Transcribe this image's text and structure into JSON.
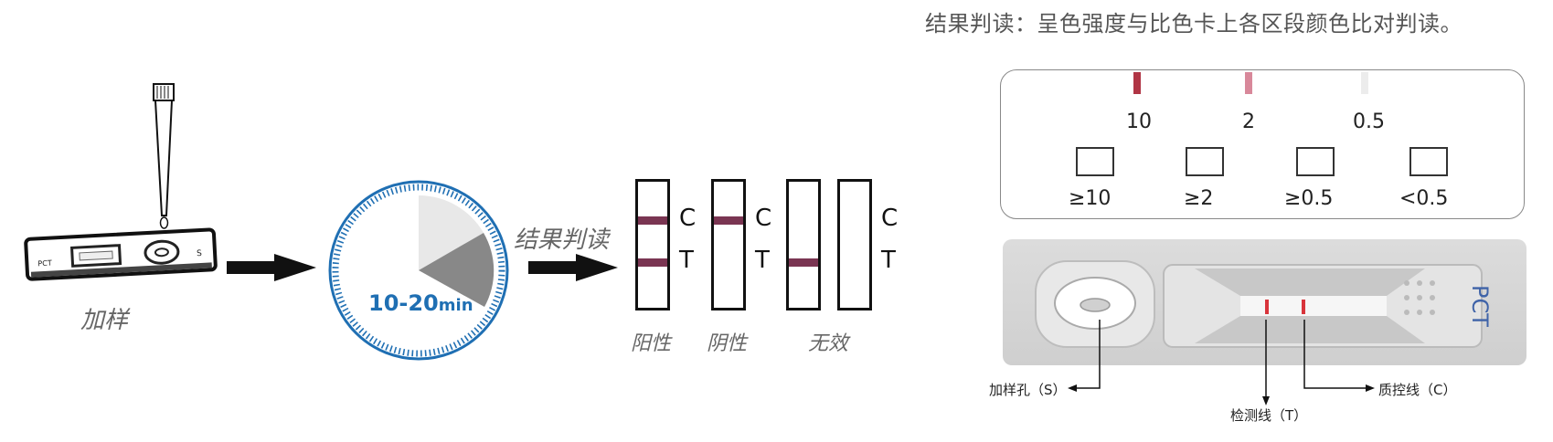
{
  "title": "结果判读：呈色强度与比色卡上各区段颜色比对判读。",
  "steps": {
    "add_sample": "加样",
    "timer": {
      "value": "10-20",
      "unit": "min"
    },
    "result_read": "结果判读"
  },
  "strips": {
    "c_letter": "C",
    "t_letter": "T",
    "labels": [
      "阳性",
      "阴性",
      "无效"
    ]
  },
  "color_card": {
    "reference_values": [
      "10",
      "2",
      "0.5"
    ],
    "ranges": [
      "≥10",
      "≥2",
      "≥0.5",
      "<0.5"
    ]
  },
  "cassette": {
    "brand": "PCT",
    "callouts": {
      "sample_hole": "加样孔（S）",
      "test_line": "检测线（T）",
      "control_line": "质控线（C）"
    }
  },
  "colors": {
    "band": "#7a3552",
    "timer_blue": "#1f6fb3",
    "card_line_dark": "#b03545",
    "card_line_mid": "#d8889a",
    "card_line_light": "#ececec",
    "cassette_line": "#d8343b"
  }
}
